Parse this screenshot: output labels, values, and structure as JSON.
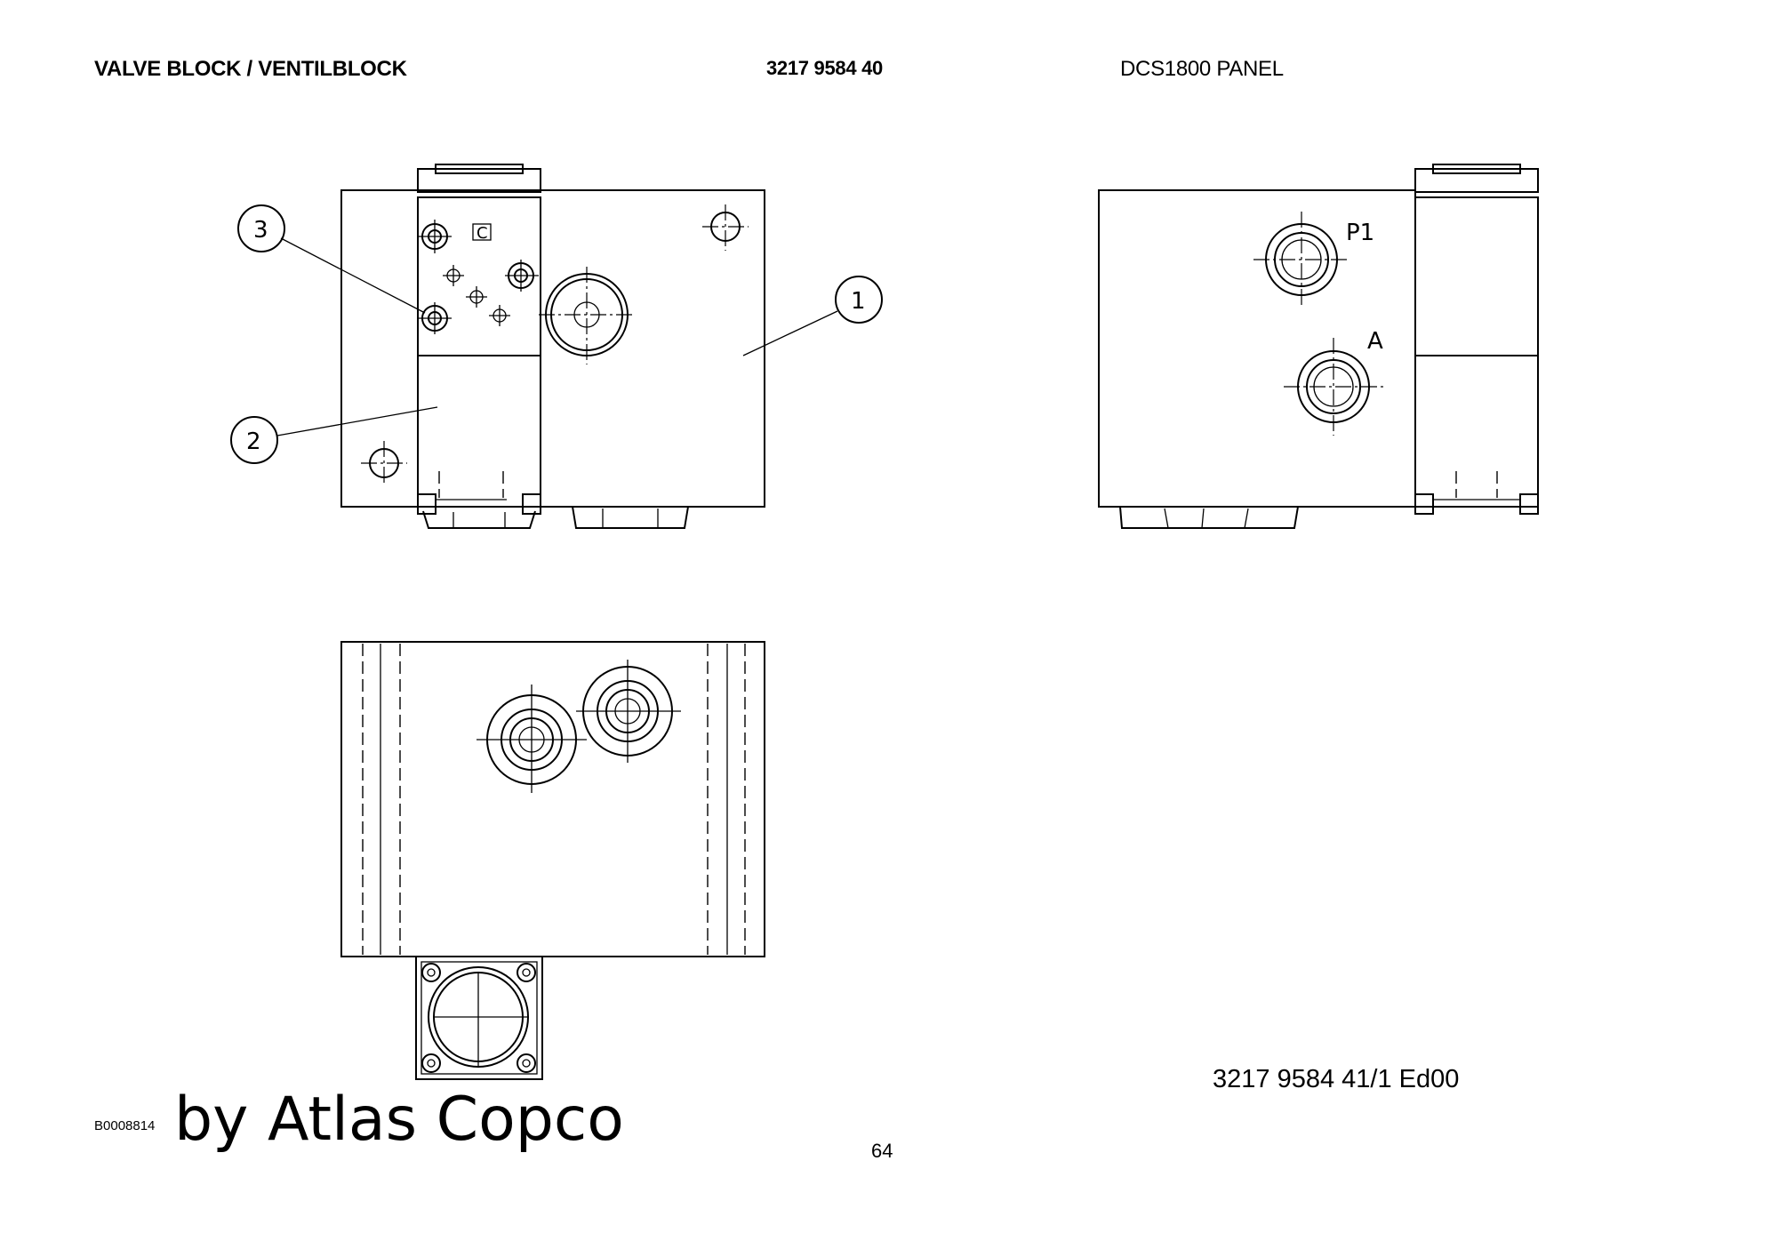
{
  "header": {
    "title": "VALVE BLOCK / VENTILBLOCK",
    "part_number": "3217 9584 40",
    "panel": "DCS1800 PANEL"
  },
  "callouts": [
    "1",
    "2",
    "3"
  ],
  "solenoid_label": "C",
  "port_labels": {
    "p1": "P1",
    "a": "A"
  },
  "footer": {
    "document_ref": "3217 9584 41/1  Ed00",
    "drawing_number": "B0008814",
    "watermark": "by Atlas Copco",
    "page_number": "64"
  }
}
